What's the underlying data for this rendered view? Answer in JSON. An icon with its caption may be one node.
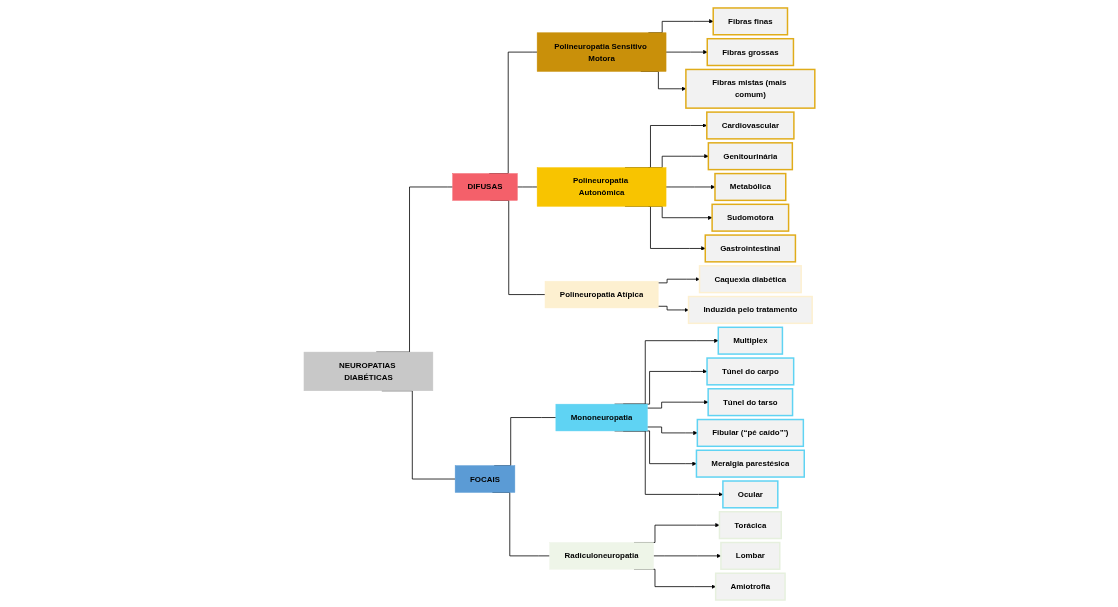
{
  "diagram": {
    "nodes": [
      {
        "text": [
          "NEUROPATIAS DIABÉTICAS"
        ]
      },
      {
        "text": [
          "DIFUSAS"
        ]
      },
      {
        "text": [
          "FOCAIS"
        ]
      },
      {
        "text": [
          "Polineuropatia Sensitivo Motora"
        ]
      },
      {
        "text": [
          "Polineuropatia Autonômica"
        ]
      },
      {
        "text": [
          "Polineuropatia Atípica"
        ]
      },
      {
        "text": [
          "Mononeuropatia"
        ]
      },
      {
        "text": [
          "Radiculoneuropatia"
        ]
      },
      {
        "text": [
          "Fibras finas"
        ]
      },
      {
        "text": [
          "Fibras grossas"
        ]
      },
      {
        "text": [
          "Fibras mistas (mais comum)"
        ]
      },
      {
        "text": [
          "Cardiovascular"
        ]
      },
      {
        "text": [
          "Genitourinária"
        ]
      },
      {
        "text": [
          "Metabólica"
        ]
      },
      {
        "text": [
          "Sudomotora"
        ]
      },
      {
        "text": [
          "Gastrointestinal"
        ]
      },
      {
        "text": [
          "Caquexia diabética"
        ]
      },
      {
        "text": [
          "Induzida pelo tratamento"
        ]
      },
      {
        "text": [
          "Multiplex"
        ]
      },
      {
        "text": [
          "Túnel do carpo"
        ]
      },
      {
        "text": [
          "Túnel do tarso"
        ]
      },
      {
        "text": [
          "Fibular (“pé caído”’)"
        ]
      },
      {
        "text": [
          "Meralgia parestésica"
        ]
      },
      {
        "text": [
          "Ocular"
        ]
      },
      {
        "text": [
          "Torácica"
        ]
      },
      {
        "text": [
          "Lombar"
        ]
      },
      {
        "text": [
          "Amiotrofia"
        ]
      }
    ],
    "edges": [
      {
        "from": 0,
        "to": 1,
        "arrow": "none"
      },
      {
        "from": 0,
        "to": 2,
        "arrow": "none"
      },
      {
        "from": 1,
        "to": 3,
        "arrow": "none"
      },
      {
        "from": 1,
        "to": 4,
        "arrow": "none"
      },
      {
        "from": 1,
        "to": 5,
        "arrow": "none"
      },
      {
        "from": 2,
        "to": 6,
        "arrow": "none"
      },
      {
        "from": 2,
        "to": 7,
        "arrow": "none"
      },
      {
        "from": 3,
        "to": 8,
        "arrow": "to"
      },
      {
        "from": 3,
        "to": 9,
        "arrow": "to"
      },
      {
        "from": 3,
        "to": 10,
        "arrow": "to"
      },
      {
        "from": 4,
        "to": 11,
        "arrow": "to"
      },
      {
        "from": 4,
        "to": 12,
        "arrow": "to"
      },
      {
        "from": 4,
        "to": 13,
        "arrow": "to"
      },
      {
        "from": 4,
        "to": 14,
        "arrow": "to"
      },
      {
        "from": 4,
        "to": 15,
        "arrow": "to"
      },
      {
        "from": 5,
        "to": 16,
        "arrow": "to"
      },
      {
        "from": 5,
        "to": 17,
        "arrow": "to"
      },
      {
        "from": 6,
        "to": 18,
        "arrow": "to"
      },
      {
        "from": 6,
        "to": 19,
        "arrow": "to"
      },
      {
        "from": 6,
        "to": 20,
        "arrow": "to"
      },
      {
        "from": 6,
        "to": 21,
        "arrow": "to"
      },
      {
        "from": 6,
        "to": 22,
        "arrow": "to"
      },
      {
        "from": 6,
        "to": 23,
        "arrow": "to"
      },
      {
        "from": 7,
        "to": 24,
        "arrow": "to"
      },
      {
        "from": 7,
        "to": 25,
        "arrow": "to"
      },
      {
        "from": 7,
        "to": 26,
        "arrow": "to"
      }
    ]
  }
}
